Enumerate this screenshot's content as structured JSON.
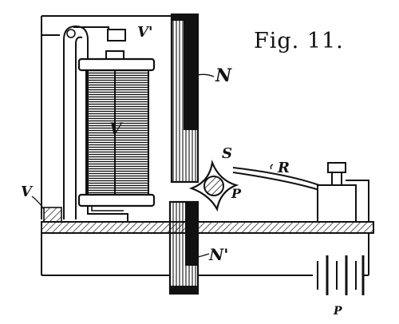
{
  "figure": {
    "title": "Fig. 11.",
    "labels": {
      "v_prime": "V'",
      "n": "N",
      "v": "V",
      "s": "S",
      "r": "R",
      "v_left": "V",
      "p": "P",
      "n_prime": "N'",
      "battery": "P"
    }
  }
}
